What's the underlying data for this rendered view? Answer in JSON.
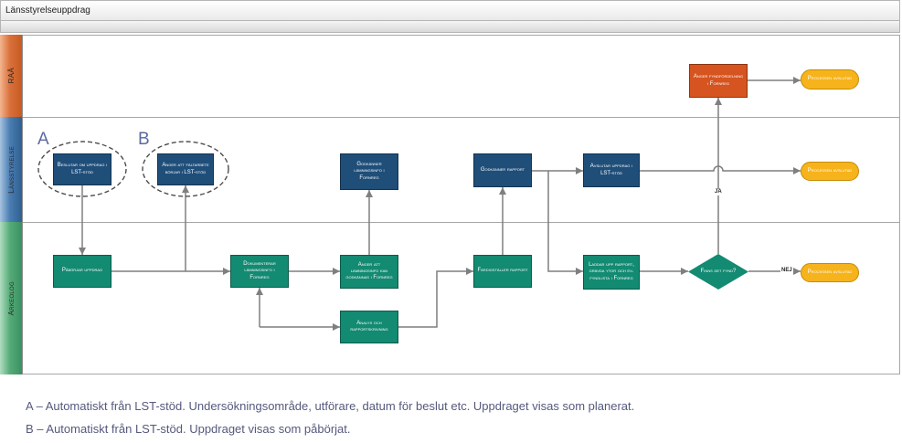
{
  "title": "Länsstyrelseuppdrag",
  "lanes": {
    "raa": "RAÄ",
    "lansstyrelse": "Länsstyrelse",
    "arkeolog": "Arkeolog"
  },
  "callouts": {
    "a": "A",
    "b": "B"
  },
  "nodes": {
    "beslutar_om_uppdrag": "Beslutar om uppdrag i LST-stöd",
    "anger_faltarbete": "Anger att fältarbete börjar i LST-stöd",
    "godkanner_lamningsinfo": "Godkänner lämningsinfo i Fornreg",
    "godkanner_rapport": "Godkänner rapport",
    "avslutar_uppdrag": "Avslutar uppdrag i LST-stöd",
    "anger_fyndfordelning": "Anger fyndfördelning i Fornreg",
    "paborjar_uppdrag": "Påbörjar uppdrag",
    "dokumenterar_lamningsinfo": "Dokumenterar lämningsinfo i Fornreg",
    "anger_lamningsinfo_godkannas": "Anger att lämningsinfo kan godkännas i Fornreg",
    "analys_rapportskrivning": "Analys och rapportskrivning",
    "fardigstaller_rapport": "Färdigställer rapport",
    "laddar_upp_rapport": "Laddar upp rapport, grävda ytor och ev. fyndlista i Fornreg",
    "end_raa": "Processen avslutad",
    "end_lansstyrelse": "Processen avslutad",
    "end_arkeolog": "Processen avslutad"
  },
  "decision": {
    "question": "Finns det fynd?",
    "yes": "JA",
    "no": "NEJ"
  },
  "legend": {
    "a": "A – Automatiskt från LST-stöd. Undersökningsområde, utförare, datum för beslut etc. Uppdraget visas som planerat.",
    "b": "B – Automatiskt från LST-stöd. Uppdraget visas som påbörjat."
  },
  "colors": {
    "lst_box": "#1f4e79",
    "ark_box": "#138a72",
    "raa_box": "#d6541f",
    "end_pill": "#f6b31b",
    "connector": "#7f7f7f",
    "callout_text": "#5a6b9e",
    "legend_text": "#55597d"
  }
}
